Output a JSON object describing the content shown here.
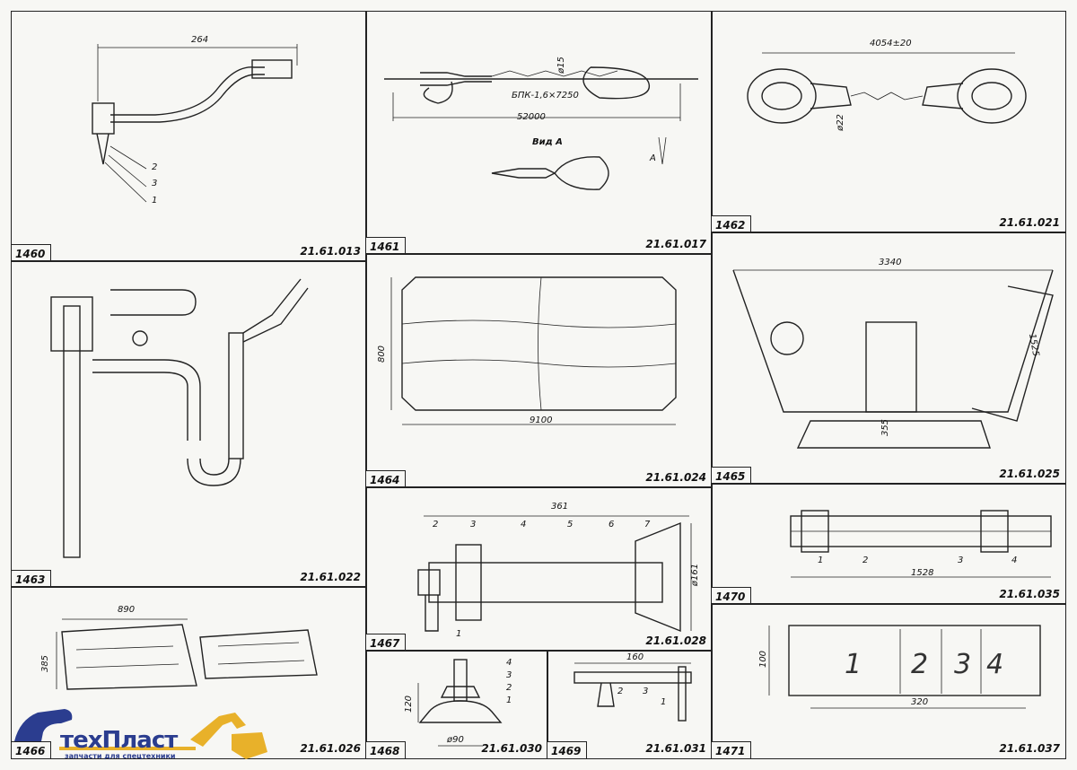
{
  "cells": [
    {
      "id": "c1460",
      "num": "1460",
      "code": "21.61.013",
      "dims": [
        "264",
        "2",
        "3",
        "1"
      ]
    },
    {
      "id": "c1461",
      "num": "1461",
      "code": "21.61.017",
      "dims": [
        "52000",
        "ø15",
        "БПК-1,6×7250",
        "Вид А",
        "А"
      ]
    },
    {
      "id": "c1462",
      "num": "1462",
      "code": "21.61.021",
      "dims": [
        "4054±20",
        "ø22"
      ]
    },
    {
      "id": "c1463",
      "num": "1463",
      "code": "21.61.022",
      "dims": []
    },
    {
      "id": "c1464",
      "num": "1464",
      "code": "21.61.024",
      "dims": [
        "800",
        "9100"
      ]
    },
    {
      "id": "c1465",
      "num": "1465",
      "code": "21.61.025",
      "dims": [
        "3340",
        "1525",
        "355"
      ]
    },
    {
      "id": "c1466",
      "num": "1466",
      "code": "21.61.026",
      "dims": [
        "890",
        "385"
      ]
    },
    {
      "id": "c1467",
      "num": "1467",
      "code": "21.61.028",
      "dims": [
        "361",
        "2",
        "3",
        "4",
        "5",
        "6",
        "7",
        "1",
        "ø161"
      ]
    },
    {
      "id": "c1468",
      "num": "1468",
      "code": "21.61.030",
      "dims": [
        "4",
        "3",
        "2",
        "1",
        "120",
        "ø90"
      ]
    },
    {
      "id": "c1469",
      "num": "1469",
      "code": "21.61.031",
      "dims": [
        "160",
        "2",
        "3",
        "1"
      ]
    },
    {
      "id": "c1470",
      "num": "1470",
      "code": "21.61.035",
      "dims": [
        "1",
        "2",
        "3",
        "4",
        "1528"
      ]
    },
    {
      "id": "c1471",
      "num": "1471",
      "code": "21.61.037",
      "dims": [
        "100",
        "1",
        "2",
        "3",
        "4",
        "320"
      ]
    }
  ],
  "logo": {
    "name": "техПласт",
    "tagline": "запчасти для спецтехники"
  },
  "colors": {
    "logo_blue": "#2b3d8f",
    "logo_yellow": "#e8b12a"
  }
}
